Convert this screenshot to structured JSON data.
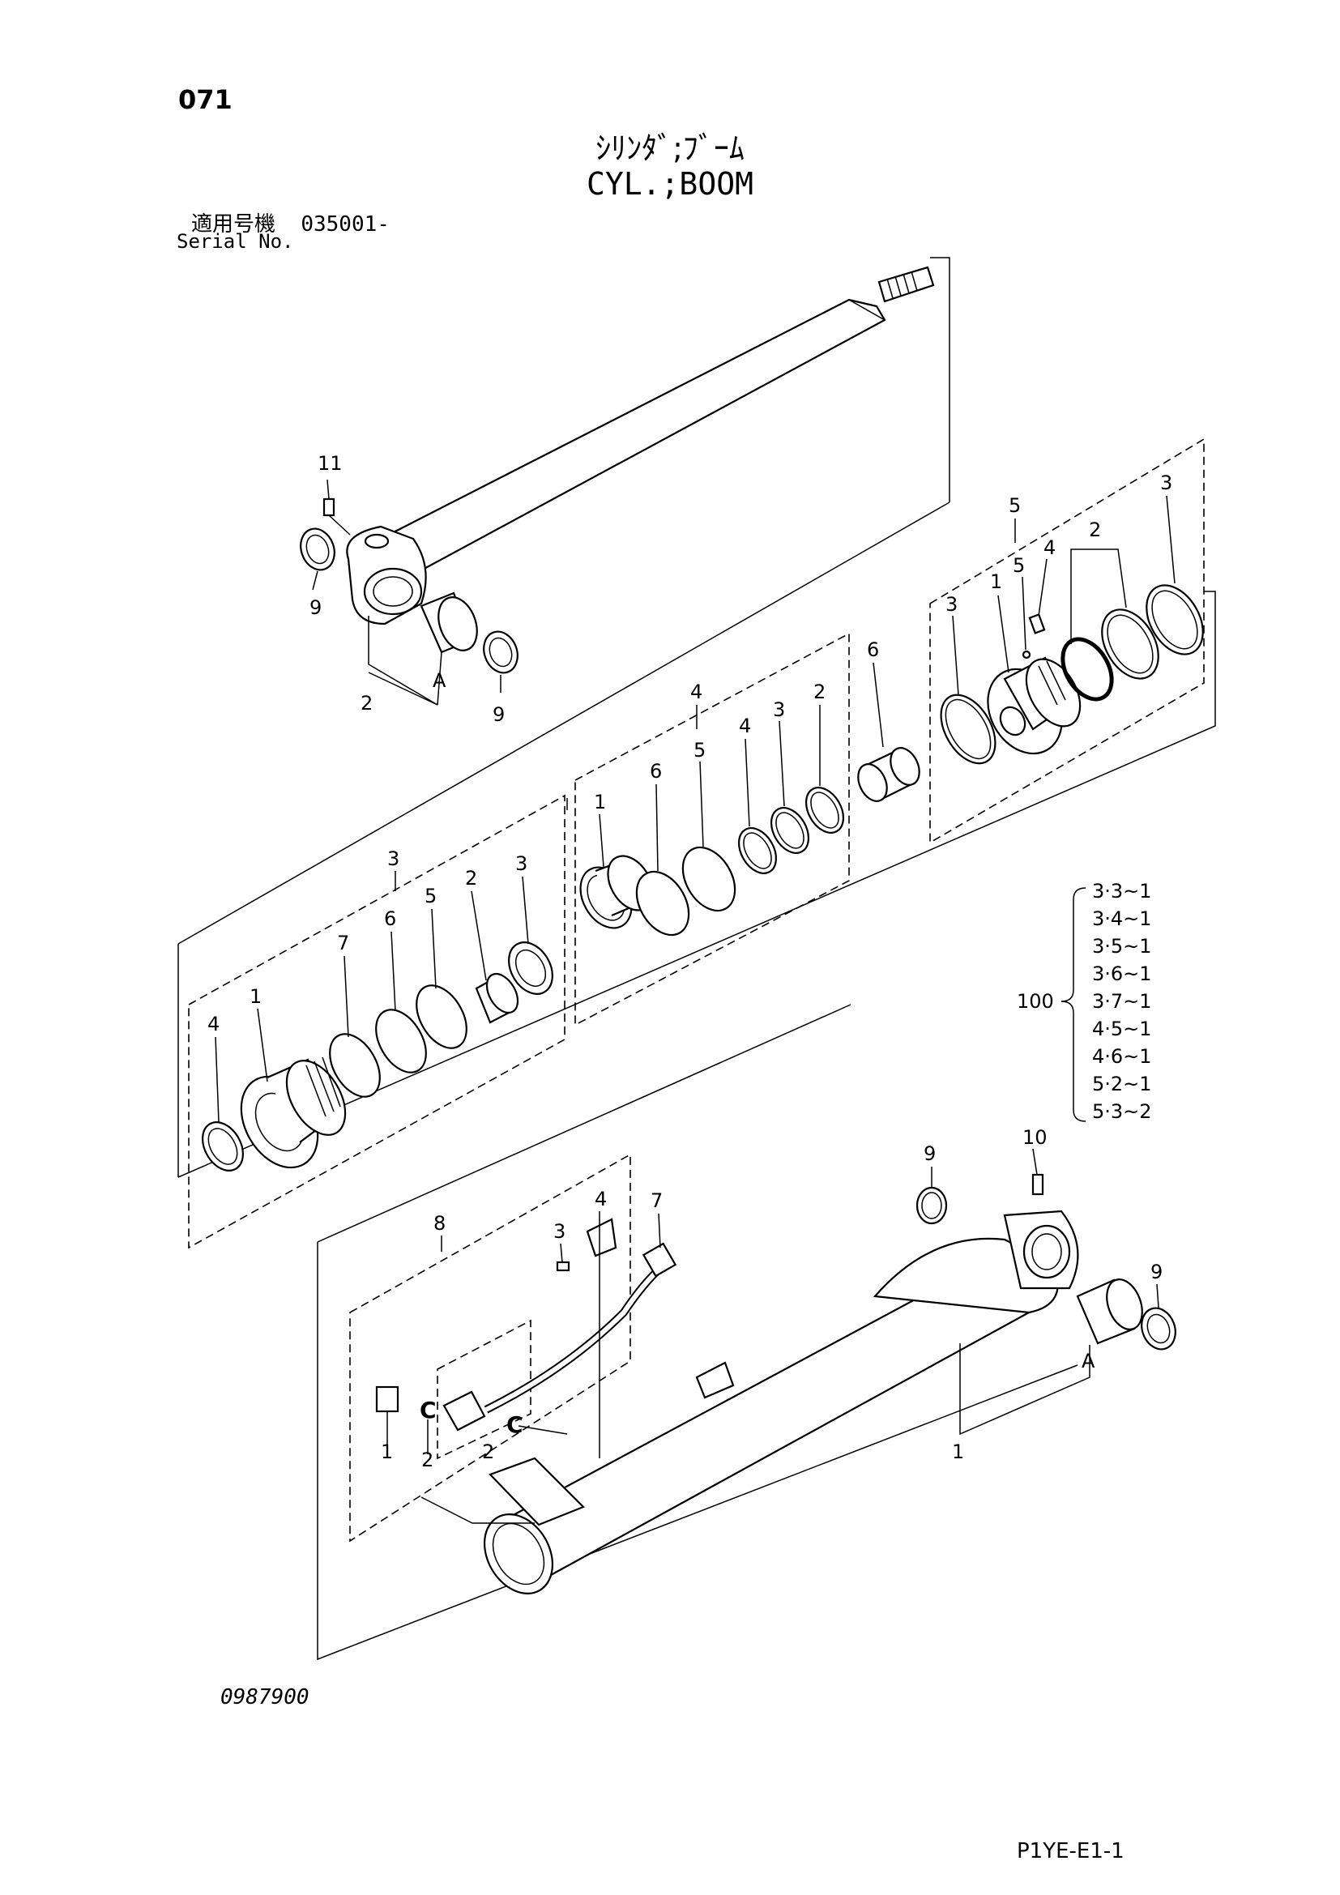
{
  "header": {
    "page_number": "071",
    "title_jp": "ｼﾘﾝﾀﾞ;ﾌﾞｰﾑ",
    "title_en": "CYL.;BOOM",
    "serial_label_jp": "適用号機",
    "serial_value": "035001-",
    "serial_label_en": "Serial No."
  },
  "footer": {
    "drawing_number": "0987900",
    "page_code": "P1YE-E1-1"
  },
  "callouts": {
    "rod_group": {
      "n11": "11",
      "n9a": "9",
      "n9b": "9",
      "n2": "2",
      "nA": "A"
    },
    "head_group": {
      "n5": "5",
      "n5b": "5",
      "n4": "4",
      "n2": "2",
      "n3a": "3",
      "n3b": "3",
      "n1": "1"
    },
    "bushing": {
      "n6": "6"
    },
    "piston_group": {
      "n4": "4",
      "n1": "1",
      "n6": "6",
      "n5": "5",
      "n4b": "4",
      "n3": "3",
      "n2": "2"
    },
    "gland_group": {
      "n3": "3",
      "n4": "4",
      "n1": "1",
      "n7": "7",
      "n6": "6",
      "n5": "5",
      "n2": "2",
      "n3b": "3"
    },
    "tube_group": {
      "n8": "8",
      "n4": "4",
      "n7": "7",
      "n3": "3",
      "n1a": "1",
      "n2a": "2",
      "n2b": "2",
      "n9a": "9",
      "n10": "10",
      "n9b": "9",
      "nA": "A",
      "n1": "1"
    }
  },
  "kit": {
    "label": "100",
    "items": [
      "3·3~1",
      "3·4~1",
      "3·5~1",
      "3·6~1",
      "3·7~1",
      "4·5~1",
      "4·6~1",
      "5·2~1",
      "5·3~2"
    ]
  }
}
